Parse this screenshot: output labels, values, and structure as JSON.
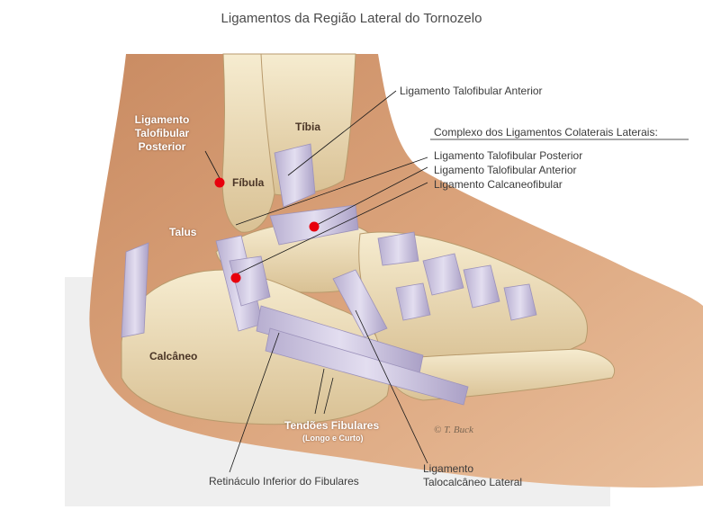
{
  "title": "Ligamentos da Região Lateral do Tornozelo",
  "labels": {
    "lig_post_line1": "Ligamento",
    "lig_post_line2": "Talofibular",
    "lig_post_line3": "Posterior",
    "tibia": "Tíbia",
    "fibula": "Fíbula",
    "talus": "Talus",
    "calcaneo": "Calcâneo",
    "tendoes": "Tendões Fibulares",
    "tendoes_sub": "(Longo e Curto)",
    "retinaculo": "Retináculo Inferior do Fibulares",
    "lig_talocalc_line1": "Ligamento",
    "lig_talocalc_line2": "Talocalcâneo Lateral",
    "lig_talofib_anterior_top": "Ligamento Talofibular Anterior",
    "complex_heading": "Complexo dos Ligamentos Colaterais Laterais:",
    "complex_1": "Ligamento Talofibular Posterior",
    "complex_2": "Ligamento Talofibular Anterior",
    "complex_3": "Ligamento Calcaneofibular",
    "signature": "© T. Buck"
  },
  "colors": {
    "skin": "#d9a078",
    "bone": "#f1e3c0",
    "ligament": "#cfc8e0",
    "marker": "#e8000d"
  }
}
